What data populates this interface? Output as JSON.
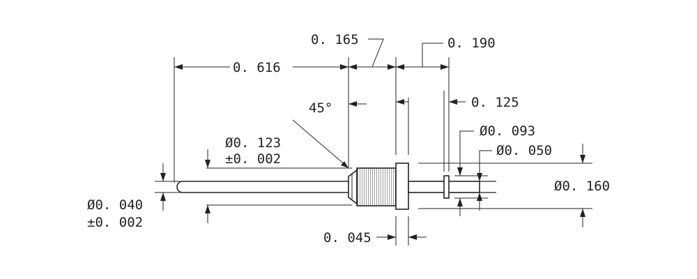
{
  "dimensions": {
    "overall_length": "0. 616",
    "knurl_length": "0. 165",
    "tail_length": "0. 190",
    "collar_position": "0. 125",
    "chamfer_angle": "45°",
    "body_diameter": "Ø0. 123",
    "body_diameter_tol": "±0. 002",
    "collar_diameter": "Ø0. 093",
    "tail_diameter": "Ø0. 050",
    "flange_diameter": "Ø0. 160",
    "pin_diameter": "Ø0. 040",
    "pin_diameter_tol": "±0. 002",
    "flange_thickness": "0. 045"
  },
  "colors": {
    "line": "#222222",
    "background": "#ffffff"
  }
}
